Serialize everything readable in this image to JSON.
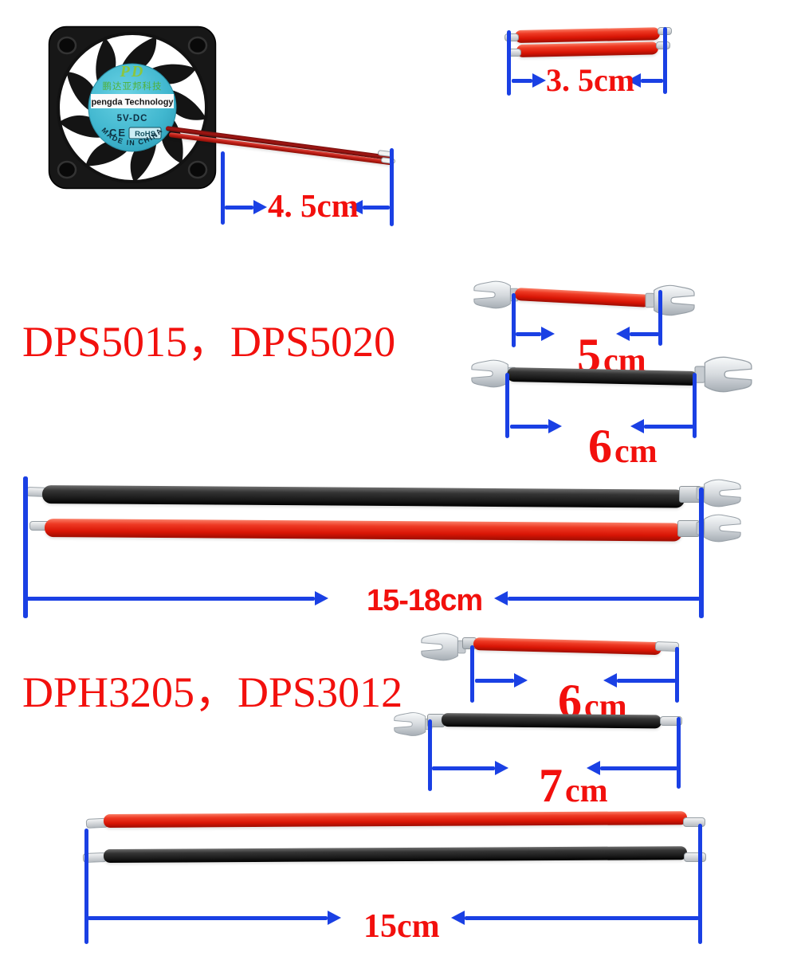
{
  "colors": {
    "dimension_blue": "#1a40e4",
    "annotation_red": "#f2100d",
    "wire_red": "#dd1c0e",
    "wire_black": "#1f1f1f",
    "terminal_silver": "#ccd1d6",
    "fan_label_cyan": "#41b7cf"
  },
  "fan": {
    "logo_script": "PD",
    "logo_chinese": "鹏达亚邦科技",
    "brand": "pengda Technology",
    "voltage": "5V-DC",
    "ce_mark": "CE",
    "rohs_mark": "RoHS",
    "origin": "MADE IN CHINA",
    "wire_length_label": "4. 5cm"
  },
  "jumper": {
    "length_label": "3. 5cm"
  },
  "dps_section": {
    "title": "DPS5015，DPS5020",
    "red_wire_value": "5",
    "red_wire_unit": "cm",
    "black_wire_value": "6",
    "black_wire_unit": "cm",
    "long_pair_label": "15-18cm"
  },
  "dph_section": {
    "title": "DPH3205，DPS3012",
    "red_wire_value": "6",
    "red_wire_unit": "cm",
    "black_wire_value": "7",
    "black_wire_unit": "cm",
    "long_pair_label": "15cm"
  }
}
